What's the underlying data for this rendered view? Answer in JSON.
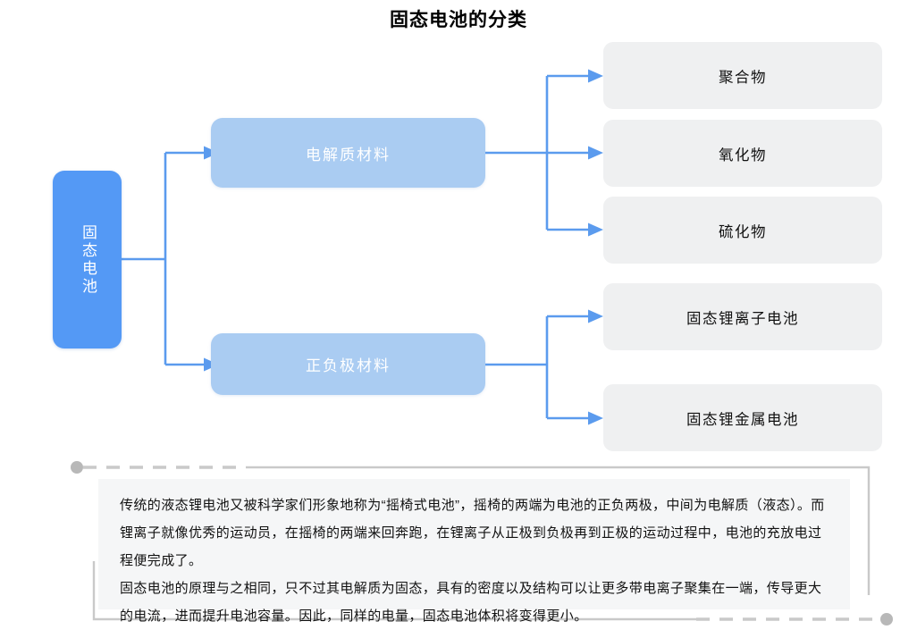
{
  "title": "固态电池的分类",
  "diagram": {
    "type": "tree",
    "root": {
      "label": "固态电池",
      "color": "#5499f5",
      "text_color": "#ffffff",
      "orientation": "vertical"
    },
    "branches": [
      {
        "label": "电解质材料",
        "color": "#aaccf2",
        "text_color": "#ffffff",
        "children": [
          {
            "label": "聚合物",
            "color": "#eff0f1",
            "text_color": "#111111"
          },
          {
            "label": "氧化物",
            "color": "#eff0f1",
            "text_color": "#111111"
          },
          {
            "label": "硫化物",
            "color": "#eff0f1",
            "text_color": "#111111"
          }
        ]
      },
      {
        "label": "正负极材料",
        "color": "#aaccf2",
        "text_color": "#ffffff",
        "children": [
          {
            "label": "固态锂离子电池",
            "color": "#eff0f1",
            "text_color": "#111111"
          },
          {
            "label": "固态锂金属电池",
            "color": "#eff0f1",
            "text_color": "#111111"
          }
        ]
      }
    ],
    "connector_color": "#5b9bee"
  },
  "note": {
    "paragraphs": [
      "传统的液态锂电池又被科学家们形象地称为“摇椅式电池”，摇椅的两端为电池的正负两极，中间为电解质（液态）。而锂离子就像优秀的运动员，在摇椅的两端来回奔跑，在锂离子从正极到负极再到正极的运动过程中，电池的充放电过程便完成了。",
      "固态电池的原理与之相同，只不过其电解质为固态，具有的密度以及结构可以让更多带电离子聚集在一端，传导更大的电流，进而提升电池容量。因此，同样的电量，固态电池体积将变得更小。"
    ],
    "frame_color": "#c9c9c9",
    "dot_color": "#b8b8b8",
    "background": "#f5f6f7"
  }
}
